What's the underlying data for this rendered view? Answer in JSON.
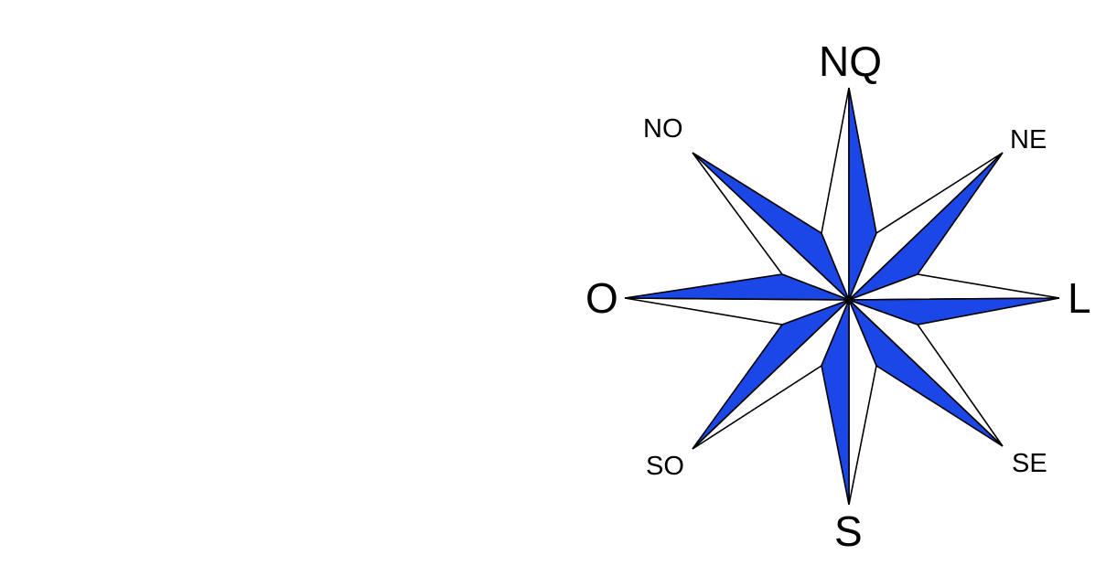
{
  "compass": {
    "labels": {
      "north": "NQ",
      "northeast": "NE",
      "east": "L",
      "southeast": "SE",
      "south": "S",
      "southwest": "SO",
      "west": "O",
      "northwest": "NO"
    },
    "colors": {
      "accent": "#1a47e6",
      "light": "#ffffff",
      "outline": "#000000"
    }
  }
}
